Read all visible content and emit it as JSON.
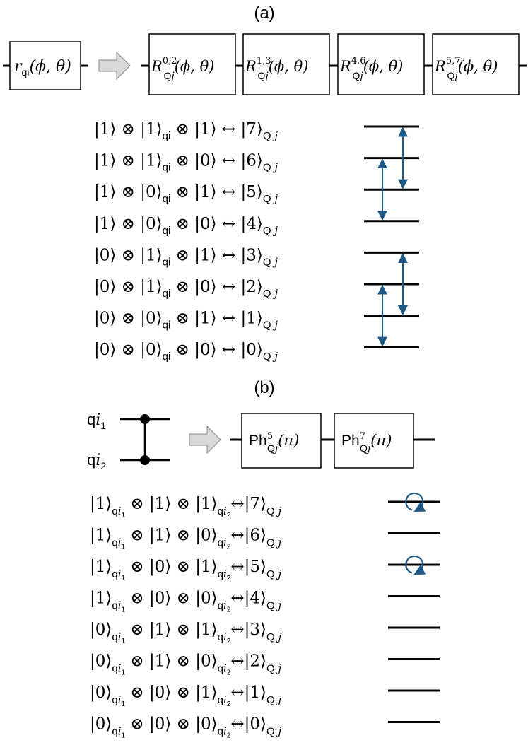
{
  "panel_a": {
    "label": "(a)",
    "input_gate": {
      "pre": "r",
      "sub": "qi",
      "args": "(ϕ, θ)"
    },
    "output_gates": [
      {
        "pre": "R",
        "sup": "0,2",
        "sub": "Q",
        "subi": "j",
        "args": "(ϕ, θ)"
      },
      {
        "pre": "R",
        "sup": "1,3",
        "sub": "Q",
        "subi": "j",
        "args": "(ϕ, θ)"
      },
      {
        "pre": "R",
        "sup": "4,6",
        "sub": "Q",
        "subi": "j",
        "args": "(ϕ, θ)"
      },
      {
        "pre": "R",
        "sup": "5,7",
        "sub": "Q",
        "subi": "j",
        "args": "(ϕ, θ)"
      }
    ],
    "rows": [
      {
        "a": "1",
        "b": "1",
        "c": "1",
        "q": "7"
      },
      {
        "a": "1",
        "b": "1",
        "c": "0",
        "q": "6"
      },
      {
        "a": "1",
        "b": "0",
        "c": "1",
        "q": "5"
      },
      {
        "a": "1",
        "b": "0",
        "c": "0",
        "q": "4"
      },
      {
        "a": "0",
        "b": "1",
        "c": "1",
        "q": "3"
      },
      {
        "a": "0",
        "b": "1",
        "c": "0",
        "q": "2"
      },
      {
        "a": "0",
        "b": "0",
        "c": "1",
        "q": "1"
      },
      {
        "a": "0",
        "b": "0",
        "c": "0",
        "q": "0"
      }
    ],
    "sub_qi": "qi",
    "sub_qj": "Q",
    "sub_qj_i": "j",
    "arrow_color": "#1f5a86"
  },
  "panel_b": {
    "label": "(b)",
    "control_labels": [
      {
        "pre": "q",
        "it": "i",
        "sub": "1"
      },
      {
        "pre": "q",
        "it": "i",
        "sub": "2"
      }
    ],
    "output_gates": [
      {
        "pre": "Ph",
        "sup": "5",
        "sub": "Q",
        "subi": "j",
        "args": "(π)"
      },
      {
        "pre": "Ph",
        "sup": "7",
        "sub": "Q",
        "subi": "j",
        "args": "(π)"
      }
    ],
    "rows": [
      {
        "a": "1",
        "b": "1",
        "c": "1",
        "q": "7",
        "phase": true
      },
      {
        "a": "1",
        "b": "1",
        "c": "0",
        "q": "6",
        "phase": false
      },
      {
        "a": "1",
        "b": "0",
        "c": "1",
        "q": "5",
        "phase": true
      },
      {
        "a": "1",
        "b": "0",
        "c": "0",
        "q": "4",
        "phase": false
      },
      {
        "a": "0",
        "b": "1",
        "c": "1",
        "q": "3",
        "phase": false
      },
      {
        "a": "0",
        "b": "1",
        "c": "0",
        "q": "2",
        "phase": false
      },
      {
        "a": "0",
        "b": "0",
        "c": "1",
        "q": "1",
        "phase": false
      },
      {
        "a": "0",
        "b": "0",
        "c": "0",
        "q": "0",
        "phase": false
      }
    ],
    "sub_q": "q",
    "sub_i": "i",
    "sub_1": "1",
    "sub_2": "2",
    "phase_color": "#1f5a86"
  },
  "symbols": {
    "otimes": "⊗",
    "iff": "↔",
    "ket_l": "|",
    "ket_r": "⟩"
  }
}
